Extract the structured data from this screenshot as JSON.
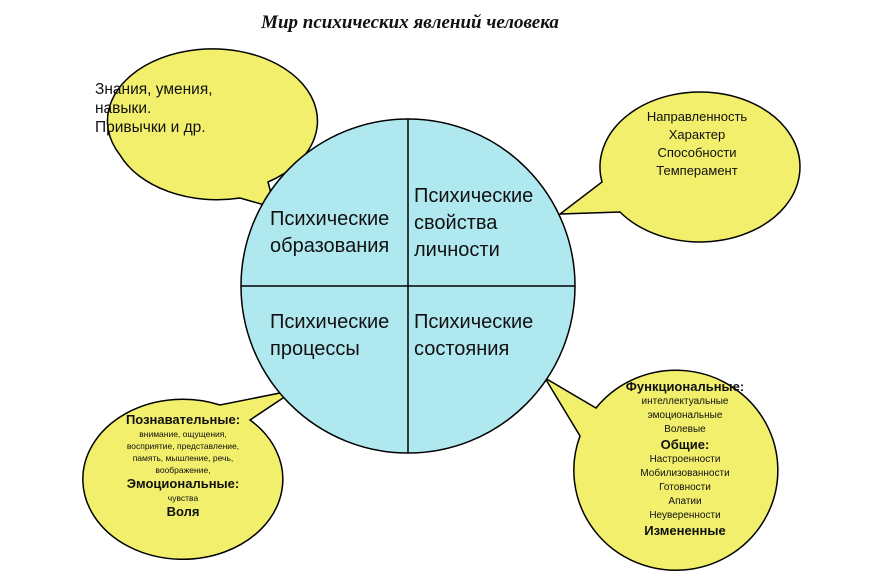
{
  "title": "Мир психических явлений человека",
  "circle": {
    "q_top_left": [
      "Психические",
      "образования"
    ],
    "q_top_right": [
      "Психические",
      "свойства",
      "личности"
    ],
    "q_bottom_left": [
      "Психические",
      "процессы"
    ],
    "q_bottom_right": [
      "Психические",
      "состояния"
    ]
  },
  "bubble_top_left": [
    "Знания, умения,",
    "навыки.",
    "Привычки и др."
  ],
  "bubble_top_right": [
    "Направленность",
    "Характер",
    "Способности",
    "Темперамент"
  ],
  "bubble_bottom_left": {
    "h1": "Познавательные:",
    "h1_items": [
      "внимание, ощущения,",
      "восприятие, представление,",
      "память, мышление, речь,",
      "воображение,"
    ],
    "h2": "Эмоциональные:",
    "h2_items": [
      "чувства"
    ],
    "h3": "Воля"
  },
  "bubble_bottom_right": {
    "h1": "Функциональные:",
    "h1_items": [
      "интеллектуальные",
      "эмоциональные",
      "Волевые"
    ],
    "h2": "Общие:",
    "h2_items": [
      "Настроенности",
      "Мобилизованности",
      "Готовности",
      "Апатии",
      "Неуверенности"
    ],
    "h3": "Измененные"
  },
  "colors": {
    "circle_fill": "#b0e8f0",
    "bubble_fill": "#f1ef6c",
    "stroke": "#000000"
  }
}
